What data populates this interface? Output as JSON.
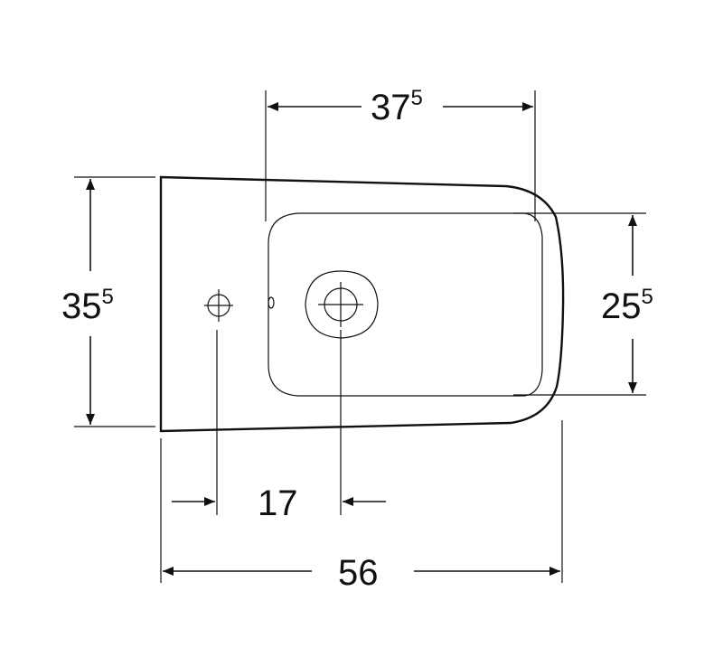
{
  "dimensions": {
    "overall_length": {
      "main": "56",
      "sup": ""
    },
    "overall_width": {
      "main": "35",
      "sup": "5"
    },
    "bowl_length": {
      "main": "37",
      "sup": "5"
    },
    "bowl_width": {
      "main": "25",
      "sup": "5"
    },
    "hole_spacing": {
      "main": "17",
      "sup": ""
    }
  },
  "colors": {
    "line": "#111111",
    "background": "#ffffff"
  }
}
